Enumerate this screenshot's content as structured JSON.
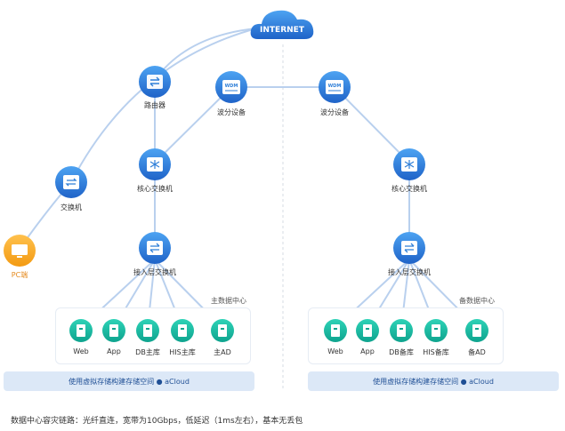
{
  "diagram": {
    "internet": "INTERNET",
    "router": "路由器",
    "wdm_left": "波分设备",
    "wdm_right": "波分设备",
    "wdm_icon_text": "WDM",
    "switch": "交换机",
    "pc": "PC端",
    "core_left": "核心交换机",
    "core_right": "核心交换机",
    "access_left": "接入层交换机",
    "access_right": "接入层交换机",
    "dc_main_title": "主数据中心",
    "dc_backup_title": "备数据中心",
    "main_servers": [
      "Web",
      "App",
      "DB主库",
      "HIS主库",
      "主AD"
    ],
    "backup_servers": [
      "Web",
      "App",
      "DB备库",
      "HIS备库",
      "备AD"
    ],
    "storage_main": "使用虚拟存储构建存储空间 ● aCloud",
    "storage_backup": "使用虚拟存储构建存储空间 ● aCloud",
    "footer": "数据中心容灾链路：光纤直连，宽带为10Gbps，低延迟（1ms左右），基本无丢包"
  },
  "colors": {
    "node": "#2f7fd8",
    "server": "#14b8a6",
    "pc": "#f5a623",
    "line": "#b9d0ee"
  }
}
